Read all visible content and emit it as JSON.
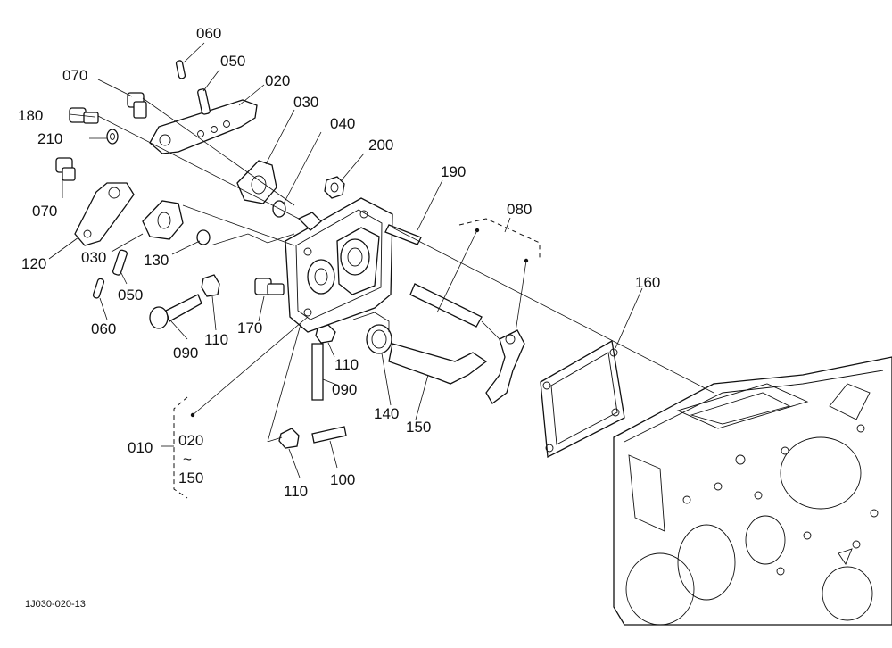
{
  "diagram": {
    "part_labels": [
      {
        "id": "p060a",
        "text": "060"
      },
      {
        "id": "p050a",
        "text": "050"
      },
      {
        "id": "p070a",
        "text": "070"
      },
      {
        "id": "p020",
        "text": "020"
      },
      {
        "id": "p030a",
        "text": "030"
      },
      {
        "id": "p180",
        "text": "180"
      },
      {
        "id": "p040",
        "text": "040"
      },
      {
        "id": "p210",
        "text": "210"
      },
      {
        "id": "p200",
        "text": "200"
      },
      {
        "id": "p190",
        "text": "190"
      },
      {
        "id": "p070b",
        "text": "070"
      },
      {
        "id": "p080",
        "text": "080"
      },
      {
        "id": "p120",
        "text": "120"
      },
      {
        "id": "p030b",
        "text": "030"
      },
      {
        "id": "p130",
        "text": "130"
      },
      {
        "id": "p050b",
        "text": "050"
      },
      {
        "id": "p160",
        "text": "160"
      },
      {
        "id": "p060b",
        "text": "060"
      },
      {
        "id": "p090a",
        "text": "090"
      },
      {
        "id": "p110a",
        "text": "110"
      },
      {
        "id": "p170",
        "text": "170"
      },
      {
        "id": "p110b",
        "text": "110"
      },
      {
        "id": "p090b",
        "text": "090"
      },
      {
        "id": "p140",
        "text": "140"
      },
      {
        "id": "p150a",
        "text": "150"
      },
      {
        "id": "p010",
        "text": "010"
      },
      {
        "id": "p020b",
        "text": "020"
      },
      {
        "id": "ptilde",
        "text": "~"
      },
      {
        "id": "p150b",
        "text": "150"
      },
      {
        "id": "p110c",
        "text": "110"
      },
      {
        "id": "p100",
        "text": "100"
      }
    ],
    "figure_code": "1J030-020-13"
  }
}
